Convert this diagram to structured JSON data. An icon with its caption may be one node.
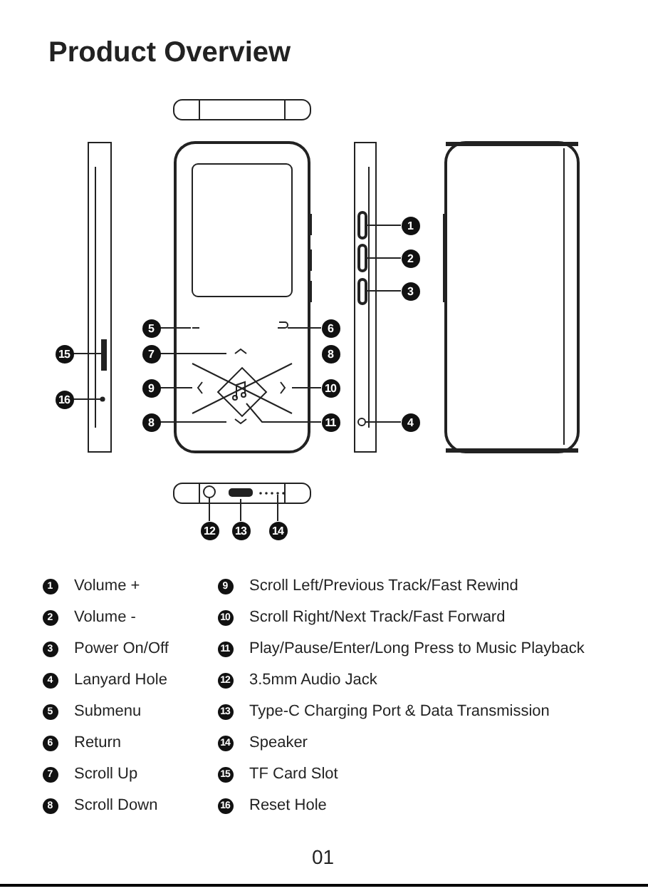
{
  "diagram": {
    "title": "Product Overview",
    "nodes": [
      {
        "text": [
          "1"
        ]
      },
      {
        "text": [
          "2"
        ]
      },
      {
        "text": [
          "3"
        ]
      },
      {
        "text": [
          "5"
        ]
      },
      {
        "text": [
          "6"
        ]
      },
      {
        "text": [
          "7"
        ]
      },
      {
        "text": [
          "15"
        ]
      },
      {
        "text": [
          "9"
        ]
      },
      {
        "text": [
          "10"
        ]
      },
      {
        "text": [
          "16"
        ]
      },
      {
        "text": [
          "8"
        ]
      },
      {
        "text": [
          "11"
        ]
      },
      {
        "text": [
          "4"
        ]
      },
      {
        "text": [
          "12"
        ]
      },
      {
        "text": [
          "13"
        ]
      },
      {
        "text": [
          "14"
        ]
      },
      {
        "text": [
          "8"
        ]
      },
      {
        "text": [],
        "shape": "circle"
      },
      {
        "text": [],
        "shape": "circle"
      },
      {
        "text": [],
        "shape": "circle"
      },
      {
        "text": [],
        "shape": "dots"
      },
      {
        "text": [],
        "shape": "box"
      },
      {
        "text": [],
        "shape": "box"
      },
      {
        "text": [],
        "shape": "box"
      },
      {
        "text": [],
        "shape": "bar"
      }
    ],
    "edges": [
      {
        "from": 0,
        "to": 21,
        "arrow": "none"
      },
      {
        "from": 1,
        "to": 22,
        "arrow": "none"
      },
      {
        "from": 2,
        "to": 23,
        "arrow": "none"
      },
      {
        "from": 3,
        "to": null,
        "arrow": "none"
      },
      {
        "from": 4,
        "to": null,
        "arrow": "none"
      },
      {
        "from": 5,
        "to": null,
        "arrow": "none"
      },
      {
        "from": 6,
        "to": 24,
        "arrow": "none"
      },
      {
        "from": 7,
        "to": null,
        "arrow": "none"
      },
      {
        "from": 8,
        "to": null,
        "arrow": "none"
      },
      {
        "from": 9,
        "to": 17,
        "arrow": "none"
      },
      {
        "from": 10,
        "to": null,
        "arrow": "none"
      },
      {
        "from": 11,
        "to": null,
        "arrow": "none"
      },
      {
        "from": 12,
        "to": 18,
        "arrow": "none"
      },
      {
        "from": 13,
        "to": 19,
        "arrow": "none"
      },
      {
        "from": 14,
        "to": null,
        "arrow": "none"
      },
      {
        "from": 15,
        "to": 20,
        "arrow": "none"
      }
    ],
    "labels": [
      "1",
      "Volume +",
      "9",
      "Scroll Left/Previous Track/Fast Rewind",
      "2",
      "Volume -",
      "10",
      "Scroll Right/Next Track/Fast Forward",
      "3",
      "Power On/Off",
      "11",
      "Play/Pause/Enter/Long Press to Music Playback",
      "4",
      "Lanyard Hole",
      "12",
      "3.5mm Audio Jack",
      "5",
      "Submenu",
      "13",
      "Type-C Charging Port & Data Transmission",
      "6",
      "Return",
      "14",
      "Speaker",
      "7",
      "Scroll Up",
      "15",
      "TF Card Slot",
      "8",
      "Scroll Down",
      "16",
      "Reset Hole",
      "01"
    ]
  }
}
